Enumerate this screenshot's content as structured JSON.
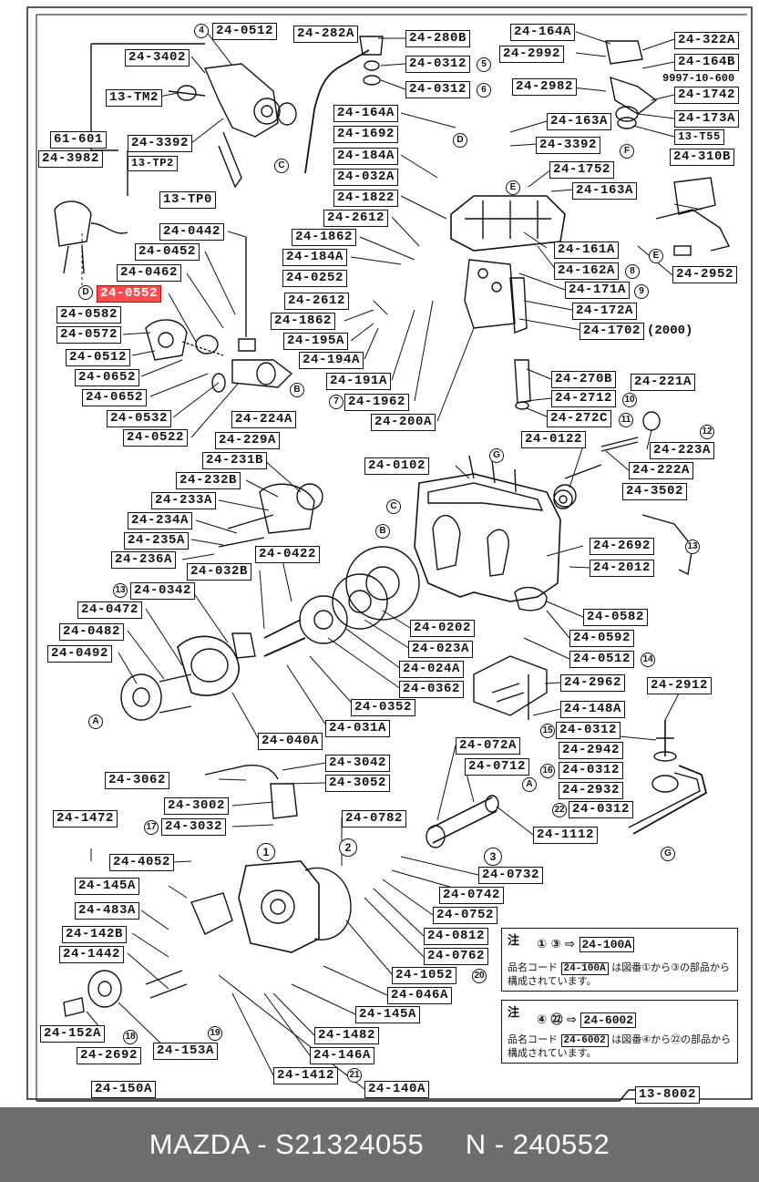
{
  "diagram": {
    "highlighted_part": "24-0552",
    "labels": {
      "l240512": "24-0512",
      "l24282A": "24-282A",
      "l24280B": "24-280B",
      "l24164A": "24-164A",
      "l24322A": "24-322A",
      "l243402": "24-3402",
      "l240312a": "24-0312",
      "l242992": "24-2992",
      "l24164B": "24-164B",
      "l13TM2": "13-TM2",
      "l240312b": "24-0312",
      "l242982": "24-2982",
      "l241742": "24-1742",
      "l24164A2": "24-164A",
      "l24173A": "24-173A",
      "l61601": "61-601",
      "l243392a": "24-3392",
      "l24163Aa": "24-163A",
      "l13T55": "13-T55",
      "l241692": "24-1692",
      "l243392b": "24-3392",
      "l243982": "24-3982",
      "l13TP2": "13-TP2",
      "l24184A": "24-184A",
      "l24310B": "24-310B",
      "l24032A": "24-032A",
      "l241752": "24-1752",
      "l24163Ab": "24-163A",
      "l241822": "24-1822",
      "l13TP0": "13-TP0",
      "l242612a": "24-2612",
      "l240442": "24-0442",
      "l241862a": "24-1862",
      "l24161A": "24-161A",
      "l240452": "24-0452",
      "l24184A2": "24-184A",
      "l24162A": "24-162A",
      "l242952": "24-2952",
      "l240462": "24-0462",
      "l240252": "24-0252",
      "l240552": "24-0552",
      "l242612b": "24-2612",
      "l24171A": "24-171A",
      "l240582a": "24-0582",
      "l241862b": "24-1862",
      "l24172A": "24-172A",
      "l240572": "24-0572",
      "l24195A": "24-195A",
      "l241702": "24-1702",
      "l240512b": "24-0512",
      "l24194A": "24-194A",
      "l240652a": "24-0652",
      "l24191A": "24-191A",
      "l24270B": "24-270B",
      "l24221A": "24-221A",
      "l240652b": "24-0652",
      "l241962": "24-1962",
      "l242712": "24-2712",
      "l240532": "24-0532",
      "l24200A": "24-200A",
      "l24272C": "24-272C",
      "l24224A": "24-224A",
      "l240522": "24-0522",
      "l240122": "24-0122",
      "l24223A": "24-223A",
      "l24229A": "24-229A",
      "l24231B": "24-231B",
      "l240102": "24-0102",
      "l24222A": "24-222A",
      "l24232B": "24-232B",
      "l243502": "24-3502",
      "l24233A": "24-233A",
      "l24234A": "24-234A",
      "l24235A": "24-235A",
      "l242692": "24-2692",
      "l24236A": "24-236A",
      "l242012": "24-2012",
      "l240422": "24-0422",
      "l24032B": "24-032B",
      "l240342": "24-0342",
      "l240582b": "24-0582",
      "l240472": "24-0472",
      "l240202": "24-0202",
      "l240592": "24-0592",
      "l240482": "24-0482",
      "l24023A": "24-023A",
      "l240512c": "24-0512",
      "l240492": "24-0492",
      "l24024A": "24-024A",
      "l242962": "24-2962",
      "l240362": "24-0362",
      "l242912": "24-2912",
      "l240352": "24-0352",
      "l24148A": "24-148A",
      "l24040A": "24-040A",
      "l24031A": "24-031A",
      "l240312c": "24-0312",
      "l24072A": "24-072A",
      "l242942": "24-2942",
      "l243042": "24-3042",
      "l240712": "24-0712",
      "l240312d": "24-0312",
      "l243062": "24-3062",
      "l243052": "24-3052",
      "l242932": "24-2932",
      "l243002": "24-3002",
      "l240312e": "24-0312",
      "l241472": "24-1472",
      "l240782": "24-0782",
      "l243032": "24-3032",
      "l241112": "24-1112",
      "l244052": "24-4052",
      "l240732": "24-0732",
      "l24145A": "24-145A",
      "l240742": "24-0742",
      "l24483A": "24-483A",
      "l240752": "24-0752",
      "l24142B": "24-142B",
      "l240812": "24-0812",
      "l241442": "24-1442",
      "l240762": "24-0762",
      "l241052": "24-1052",
      "l24046A": "24-046A",
      "l24145A2": "24-145A",
      "l24152A": "24-152A",
      "l241482": "24-1482",
      "l242692b": "24-2692",
      "l24153A": "24-153A",
      "l24146A": "24-146A",
      "l241412": "24-1412",
      "l24150A": "24-150A",
      "l24140A": "24-140A",
      "l138002": "13-8002",
      "l9997": "9997-10-600",
      "l2000": "(2000)"
    },
    "notes": {
      "note1_head": "注",
      "note1_range": "① ③ ⇨",
      "note1_code": "24-100A",
      "note1_text_a": "品名コード",
      "note1_text_b": "は図番①から③の部品から構成されています。",
      "note2_head": "注",
      "note2_range": "④ ㉒ ⇨",
      "note2_code": "24-6002",
      "note2_text_a": "品名コード",
      "note2_text_b": "は図番④から㉒の部品から構成されています。"
    }
  },
  "footer": {
    "text": "MAZDA - S21324055     N - 240552"
  }
}
